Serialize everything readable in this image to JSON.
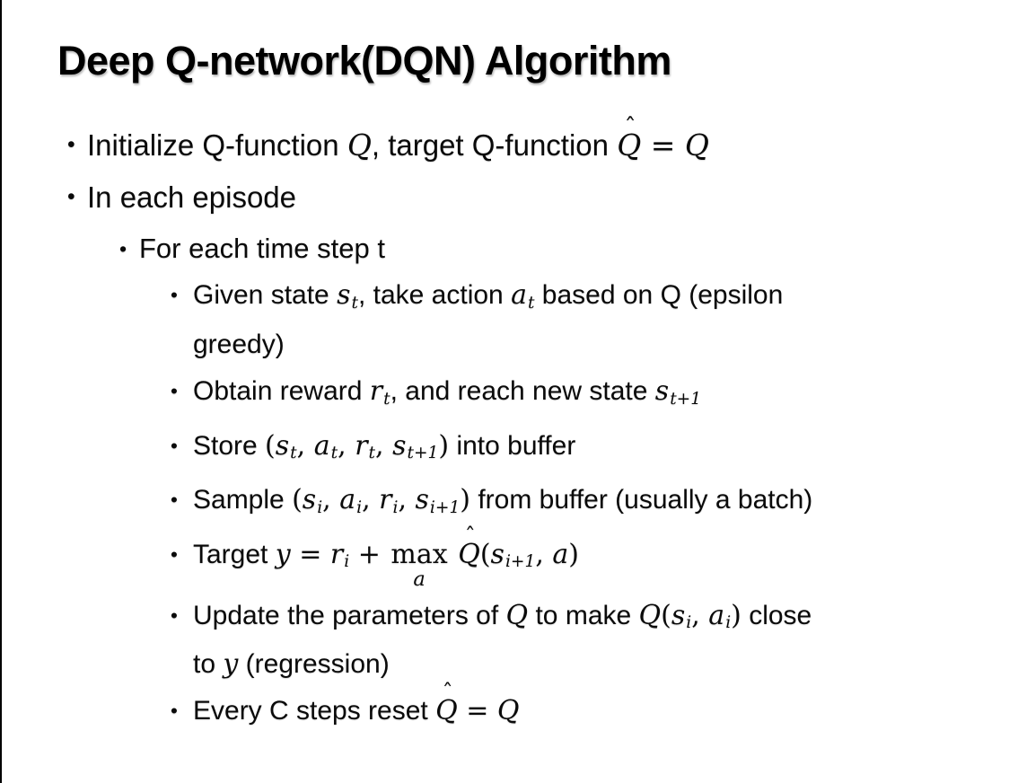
{
  "slide": {
    "title": "Deep Q-network(DQN) Algorithm",
    "colors": {
      "background": "#ffffff",
      "text": "#0a0a0a",
      "title_text": "#000000",
      "edge_line": "#000000"
    },
    "bullet_marker": "•",
    "hat_mark": "ˆ",
    "bullets": [
      {
        "level": 1,
        "segments": [
          {
            "t": "Initialize Q-function "
          },
          {
            "m": "Q"
          },
          {
            "t": ", target Q-function "
          },
          {
            "hat": "Q"
          },
          {
            "o": " = "
          },
          {
            "m": "Q"
          }
        ]
      },
      {
        "level": 1,
        "segments": [
          {
            "t": "In each episode"
          }
        ]
      },
      {
        "level": 2,
        "segments": [
          {
            "t": "For each time step t"
          }
        ]
      },
      {
        "level": 3,
        "segments": [
          {
            "t": "Given state "
          },
          {
            "m": "s",
            "sub": "t"
          },
          {
            "t": ", take action "
          },
          {
            "m": "a",
            "sub": "t"
          },
          {
            "t": " based on Q (epsilon"
          },
          {
            "br": true
          },
          {
            "t": "greedy)"
          }
        ]
      },
      {
        "level": 3,
        "segments": [
          {
            "t": "Obtain reward "
          },
          {
            "m": "r",
            "sub": "t"
          },
          {
            "t": ", and reach new state "
          },
          {
            "m": "s",
            "sub": "t+1"
          }
        ]
      },
      {
        "level": 3,
        "segments": [
          {
            "t": "Store "
          },
          {
            "o": "("
          },
          {
            "m": "s",
            "sub": "t"
          },
          {
            "o": ", "
          },
          {
            "m": "a",
            "sub": "t"
          },
          {
            "o": ", "
          },
          {
            "m": "r",
            "sub": "t"
          },
          {
            "o": ", "
          },
          {
            "m": "s",
            "sub": "t+1"
          },
          {
            "o": ")"
          },
          {
            "t": " into buffer"
          }
        ]
      },
      {
        "level": 3,
        "segments": [
          {
            "t": "Sample "
          },
          {
            "o": "("
          },
          {
            "m": "s",
            "sub": "i"
          },
          {
            "o": ", "
          },
          {
            "m": "a",
            "sub": "i"
          },
          {
            "o": ", "
          },
          {
            "m": "r",
            "sub": "i"
          },
          {
            "o": ", "
          },
          {
            "m": "s",
            "sub": "i+1"
          },
          {
            "o": ")"
          },
          {
            "t": " from buffer (usually a batch)"
          }
        ]
      },
      {
        "level": 3,
        "segments": [
          {
            "t": "Target "
          },
          {
            "m": "y"
          },
          {
            "o": " = "
          },
          {
            "m": "r",
            "sub": "i"
          },
          {
            "o": " + "
          },
          {
            "maxop": "max",
            "under": "a"
          },
          {
            "o": " "
          },
          {
            "hat": "Q"
          },
          {
            "o": "("
          },
          {
            "m": "s",
            "sub": "i+1"
          },
          {
            "o": ", "
          },
          {
            "m": "a"
          },
          {
            "o": ")"
          }
        ]
      },
      {
        "level": 3,
        "segments": [
          {
            "t": "Update the parameters of "
          },
          {
            "m": "Q"
          },
          {
            "t": " to make "
          },
          {
            "m": "Q"
          },
          {
            "o": "("
          },
          {
            "m": "s",
            "sub": "i"
          },
          {
            "o": ", "
          },
          {
            "m": "a",
            "sub": "i"
          },
          {
            "o": ")"
          },
          {
            "t": " close"
          },
          {
            "br": true
          },
          {
            "t": "to "
          },
          {
            "m": "y"
          },
          {
            "t": " (regression)"
          }
        ]
      },
      {
        "level": 3,
        "segments": [
          {
            "t": "Every C steps reset "
          },
          {
            "hat": "Q"
          },
          {
            "o": " = "
          },
          {
            "m": "Q"
          }
        ]
      }
    ]
  }
}
